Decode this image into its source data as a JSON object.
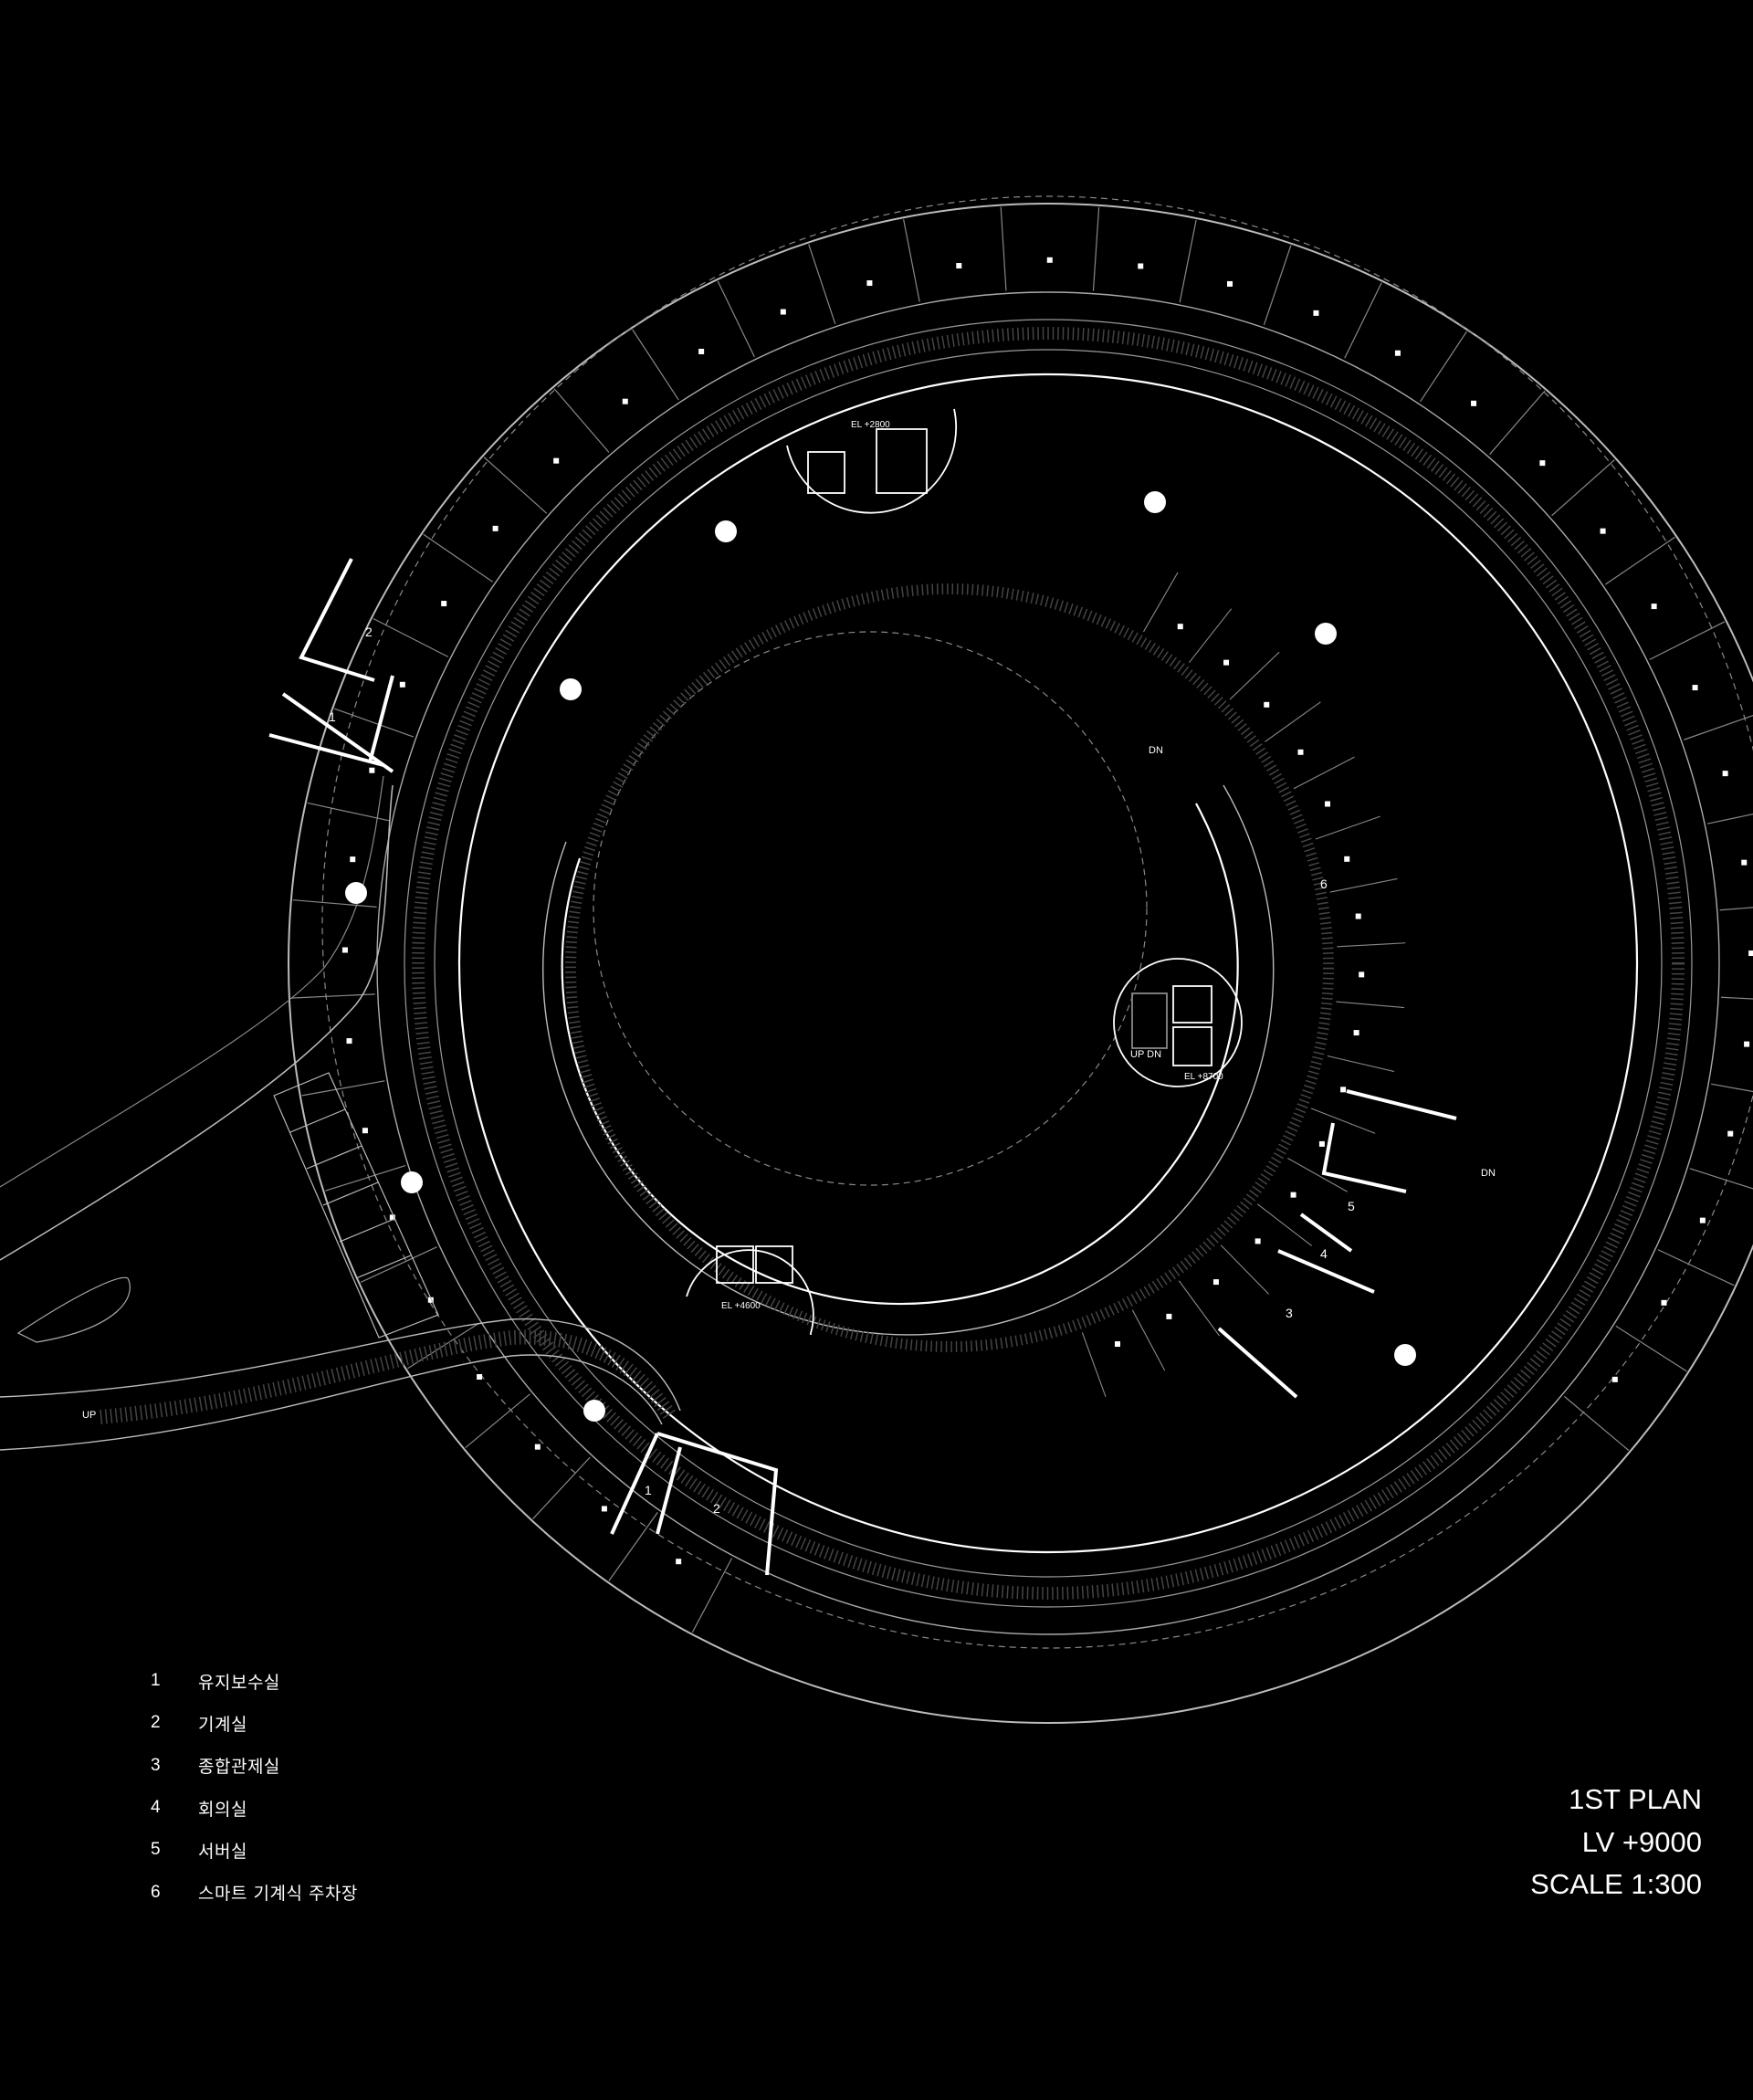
{
  "plan": {
    "elevator_labels": [
      "EL +2800",
      "EL +8700",
      "EL +4600"
    ],
    "stair_labels": {
      "dn": "DN",
      "up": "UP",
      "up_dn": "UP DN"
    },
    "room_numbers": [
      "1",
      "2",
      "1",
      "2",
      "3",
      "4",
      "5",
      "6"
    ]
  },
  "legend": [
    {
      "number": "1",
      "name": "유지보수실"
    },
    {
      "number": "2",
      "name": "기계실"
    },
    {
      "number": "3",
      "name": "종합관제실"
    },
    {
      "number": "4",
      "name": "회의실"
    },
    {
      "number": "5",
      "name": "서버실"
    },
    {
      "number": "6",
      "name": "스마트 기계식 주차장"
    }
  ],
  "titleblock": {
    "title": "1ST PLAN",
    "level": "LV +9000",
    "scale": "SCALE 1:300"
  },
  "colors": {
    "background": "#000000",
    "line": "#ffffff"
  }
}
